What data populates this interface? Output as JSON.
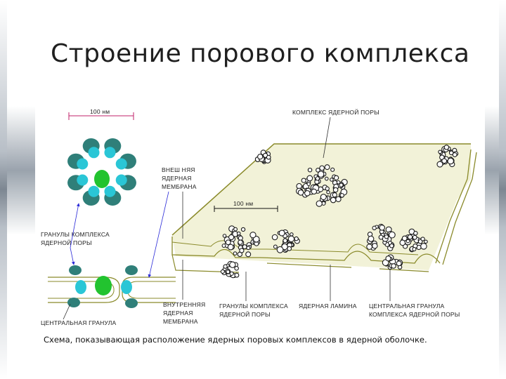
{
  "slide": {
    "title": "Строение порового комплекса"
  },
  "diagram": {
    "scale_top": "100 нм",
    "scale_mid": "100 нм",
    "labels": {
      "complex": "КОМПЛЕКС ЯДЕРНОЙ ПОРЫ",
      "outer_1": "ВНЕШ НЯЯ",
      "outer_2": "ЯДЕРНАЯ",
      "outer_3": "МЕМБРАНА",
      "granules_left_1": "ГРАНУЛЫ КОМПЛЕКСА",
      "granules_left_2": "ЯДЕРНОЙ ПОРЫ",
      "central_left": "ЦЕНТРАЛЬНАЯ ГРАНУЛА",
      "inner_1": "ВНУТРЕННЯЯ",
      "inner_2": "ЯДЕРНАЯ",
      "inner_3": "МЕМБРАНА",
      "granules_bottom_1": "ГРАНУЛЫ КОМПЛЕКСА",
      "granules_bottom_2": "ЯДЕРНОЙ ПОРЫ",
      "lamina": "ЯДЕРНАЯ ЛАМИНА",
      "central_bottom_1": "ЦЕНТРАЛЬНАЯ ГРАНУЛА",
      "central_bottom_2": "КОМПЛЕКСА ЯДЕРНОЙ ПОРЫ"
    },
    "caption": "Схема, показывающая расположение ядерных поровых комплексов в ядерной оболочке."
  },
  "colors": {
    "granule_dark": "#2f7f79",
    "granule_light": "#2ac6d6",
    "central_granule": "#22c32f",
    "membrane": "#8a8a2a",
    "membrane_fill": "#f2f2d8",
    "arrow": "#2a2ad8",
    "blob": "#1a1a1a"
  }
}
